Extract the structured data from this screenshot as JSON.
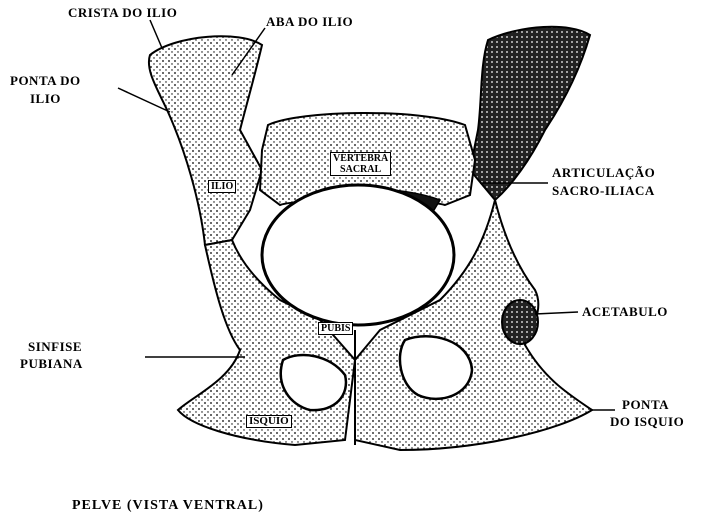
{
  "labels": {
    "crista_do_ilio": "CRISTA DO ILIO",
    "aba_do_ilio": "ABA DO ILIO",
    "ponta_do_ilio_line1": "PONTA DO",
    "ponta_do_ilio_line2": "ILIO",
    "vertebra_line1": "VERTEBRA",
    "vertebra_line2": "SACRAL",
    "ilio": "ILIO",
    "articulacao_line1": "ARTICULAÇÃO",
    "articulacao_line2": "SACRO-ILIACA",
    "acetabulo": "ACETABULO",
    "pubis": "PUBIS",
    "sinfise_line1": "SINFISE",
    "sinfise_line2": "PUBIANA",
    "isquio": "ISQUIO",
    "ponta_do_isquio_line1": "PONTA",
    "ponta_do_isquio_line2": "DO ISQUIO"
  },
  "caption": "PELVE (VISTA VENTRAL)",
  "colors": {
    "ink": "#000000",
    "paper": "#ffffff",
    "bone_shade": "#2a2a2a"
  }
}
